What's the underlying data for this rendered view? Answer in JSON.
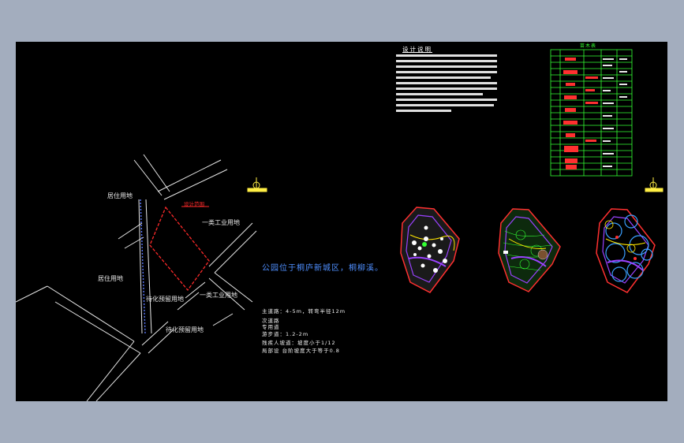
{
  "location_map": {
    "labels": {
      "residential_1": "居住用地",
      "residential_2": "居住用地",
      "industrial_1": "一类工业用地",
      "industrial_2": "一类工业用地",
      "reserved_1": "待化预留用地",
      "reserved_2": "待化预留用地",
      "design_scope": "设计范围"
    }
  },
  "note": {
    "blue": "公园位于桐庐新城区，桐柳溪。"
  },
  "specs": {
    "line1": "主道路：4-5m，转弯半径12m",
    "line2": "次道路",
    "line3": "专用道",
    "line4": "游步道：1.2-2m",
    "line5": "残疾人坡道：坡度小于1/12",
    "line6": "局部设 台阶坡度大于等于0.8"
  },
  "design_notes": {
    "title": "设计说明"
  },
  "table": {
    "title": "苗木表"
  },
  "colors": {
    "sheet": "#000000",
    "frame": "#a3adbe",
    "red_boundary": "#ff2a2a",
    "note_blue": "#4f8fff",
    "table_green": "#33ff33"
  }
}
